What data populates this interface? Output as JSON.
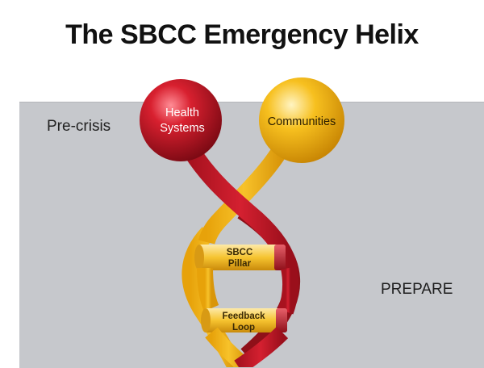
{
  "title": "The SBCC Emergency Helix",
  "phases": {
    "pre_crisis": "Pre-crisis",
    "prepare": "PREPARE"
  },
  "nodes": {
    "health_systems": {
      "line1": "Health",
      "line2": "Systems",
      "color": "#c8182a"
    },
    "communities": {
      "line1": "Communities",
      "color": "#f2b00d"
    }
  },
  "rungs": {
    "sbcc_pillar": {
      "line1": "SBCC",
      "line2": "Pillar"
    },
    "feedback_loop": {
      "line1": "Feedback",
      "line2": "Loop"
    }
  },
  "colors": {
    "background_panel": "#c6c8cc",
    "red_strand": "#c8182a",
    "yellow_strand": "#f2b00d"
  }
}
